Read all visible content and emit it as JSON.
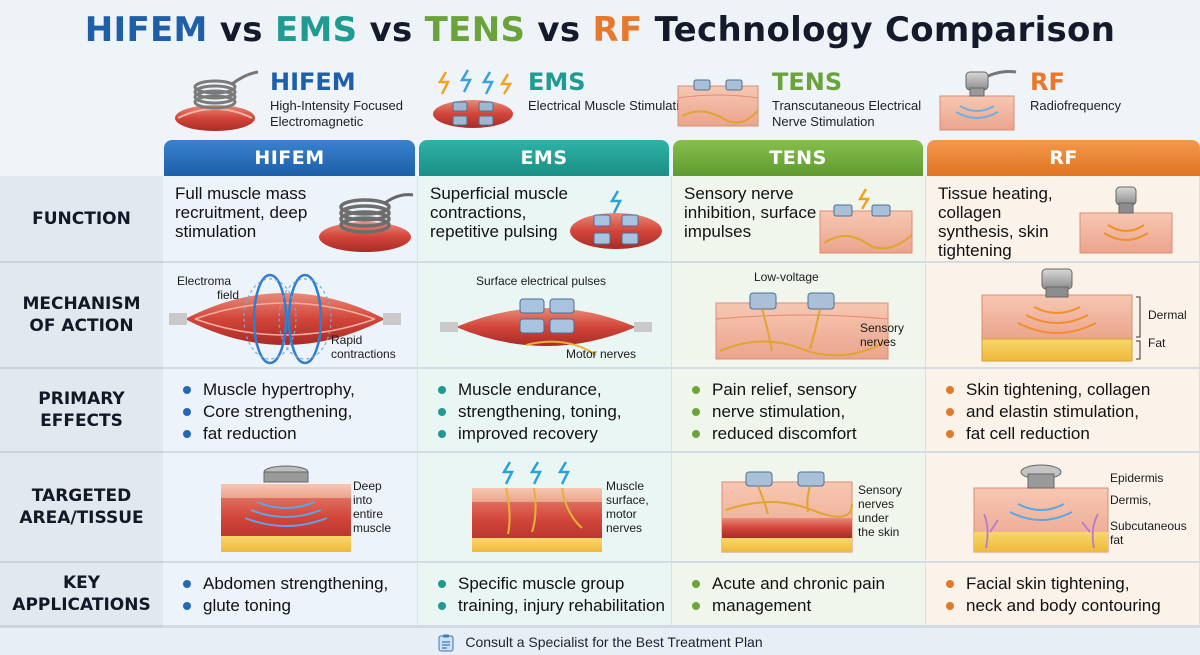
{
  "title": {
    "p1": "HIFEM",
    "p2": " vs ",
    "p3": "EMS",
    "p4": " vs ",
    "p5": "TENS",
    "p6": " vs ",
    "p7": "RF",
    "p8": " Technology Comparison"
  },
  "colors": {
    "hifem": "#1f5fa8",
    "ems": "#1f9b91",
    "tens": "#6aa33a",
    "rf": "#e8792c",
    "title_dark": "#141a2a"
  },
  "legend": [
    {
      "name": "HIFEM",
      "desc": "High-Intensity Focused Electromagnetic"
    },
    {
      "name": "EMS",
      "desc": "Electrical Muscle Stimulation"
    },
    {
      "name": "TENS",
      "desc": "Transcutaneous Electrical Nerve Stimulation"
    },
    {
      "name": "RF",
      "desc": "Radiofrequency"
    }
  ],
  "tabs": [
    "HIFEM",
    "EMS",
    "TENS",
    "RF"
  ],
  "rows": {
    "function": {
      "label": "FUNCTION",
      "cells": [
        "Full muscle mass recruitment, deep stimulation",
        "Superficial muscle contractions, repetitive pulsing",
        "Sensory nerve inhibition, surface impulses",
        "Tissue heating, collagen synthesis, skin tightening"
      ]
    },
    "mechanism": {
      "label": "MECHANISM OF ACTION",
      "hifem": {
        "l1": "Electroma",
        "l2": "field",
        "l3": "Rapid",
        "l4": "contractions"
      },
      "ems": {
        "l1": "Surface electrical pulses",
        "l2": "Motor nerves"
      },
      "tens": {
        "l1": "Low-voltage",
        "l2": "Sensory",
        "l3": "nerves"
      },
      "rf": {
        "l1": "Dermal",
        "l2": "Fat"
      }
    },
    "effects": {
      "label": "PRIMARY EFFECTS",
      "cells": [
        [
          "Muscle hypertrophy,",
          "Core strengthening,",
          "fat reduction"
        ],
        [
          "Muscle endurance,",
          "strengthening, toning,",
          "improved recovery"
        ],
        [
          "Pain relief, sensory",
          "nerve stimulation,",
          "reduced discomfort"
        ],
        [
          "Skin tightening, collagen",
          "and elastin stimulation,",
          "fat cell reduction"
        ]
      ]
    },
    "target": {
      "label": "TARGETED AREA/TISSUE",
      "hifem": [
        "Deep",
        "into",
        "entire",
        "muscle"
      ],
      "ems": [
        "Muscle",
        "surface,",
        "motor",
        "nerves"
      ],
      "tens": [
        "Sensory",
        "nerves",
        "under",
        "the skin"
      ],
      "rf": {
        "l1": "Epidermis",
        "l2": "Dermis,",
        "l3": "Subcutaneous",
        "l4": "fat"
      }
    },
    "apps": {
      "label": "KEY APPLICATIONS",
      "cells": [
        [
          "Abdomen strengthening,",
          "glute toning"
        ],
        [
          "Specific muscle group",
          "training, injury rehabilitation"
        ],
        [
          "Acute and chronic pain",
          "management"
        ],
        [
          "Facial skin tightening,",
          "neck and body contouring"
        ]
      ]
    }
  },
  "footer": "Consult a Specialist for the Best Treatment Plan"
}
